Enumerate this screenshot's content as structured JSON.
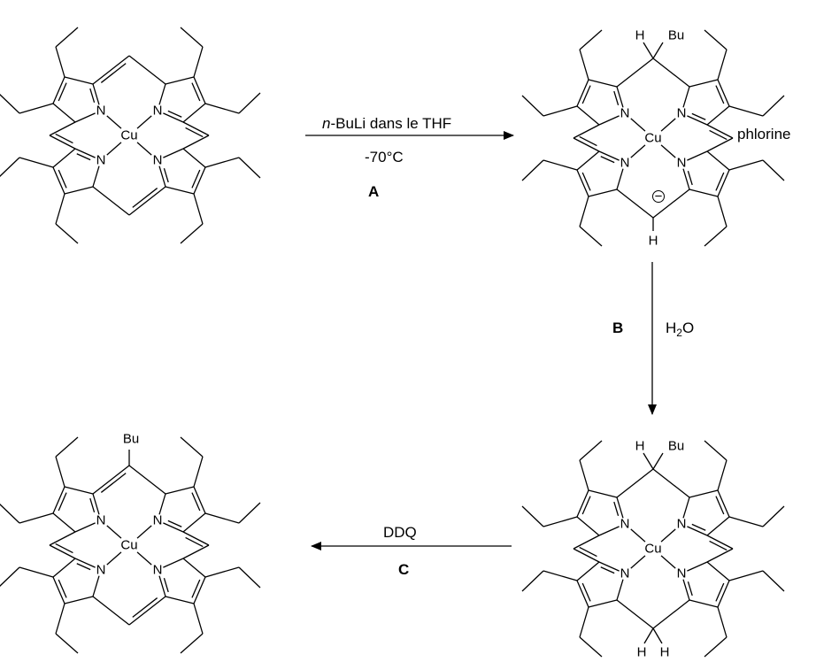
{
  "atoms": {
    "nitrogen": "N",
    "copper": "Cu",
    "hydrogen": "H",
    "butyl": "Bu"
  },
  "charge": "−",
  "step_a": {
    "prefix": "n",
    "reagent": "-BuLi  dans le THF",
    "temperature": "-70°C",
    "letter": "A"
  },
  "step_b": {
    "letter": "B",
    "reagent_h": "H",
    "reagent_sub": "2",
    "reagent_o": "O"
  },
  "step_c": {
    "reagent": "DDQ",
    "letter": "C"
  },
  "intermediate_name": "phlorine"
}
